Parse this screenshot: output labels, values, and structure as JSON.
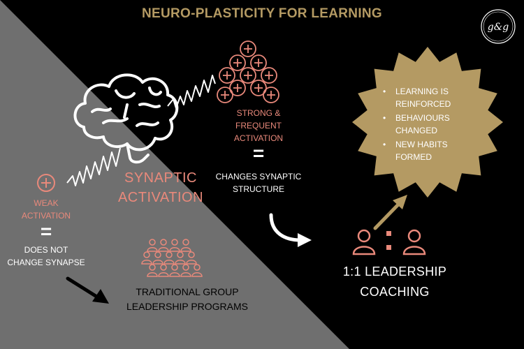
{
  "title": "NEURO-PLASTICITY FOR LEARNING",
  "logo": {
    "name": "monogram-logo",
    "text": "g&g"
  },
  "colors": {
    "black": "#000000",
    "grey": "#6f6f6f",
    "gold": "#b49a63",
    "salmon": "#e9897b",
    "white": "#ffffff"
  },
  "center_label": {
    "line1": "SYNAPTIC",
    "line2": "ACTIVATION"
  },
  "weak": {
    "line1": "WEAK",
    "line2": "ACTIVATION",
    "equals": "=",
    "result_line1": "DOES NOT",
    "result_line2": "CHANGE SYNAPSE",
    "outcome_line1": "TRADITIONAL GROUP",
    "outcome_line2": "LEADERSHIP PROGRAMS"
  },
  "strong": {
    "line1": "STRONG &",
    "line2": "FREQUENT",
    "line3": "ACTIVATION",
    "equals": "=",
    "result_line1": "CHANGES SYNAPTIC",
    "result_line2": "STRUCTURE",
    "outcome_line1": "1:1 LEADERSHIP",
    "outcome_line2": "COACHING"
  },
  "burst": {
    "b1_line1": "LEARNING IS",
    "b1_line2": "REINFORCED",
    "b2_line1": "BEHAVIOURS",
    "b2_line2": "CHANGED",
    "b3_line1": "NEW HABITS",
    "b3_line2": "FORMED"
  }
}
